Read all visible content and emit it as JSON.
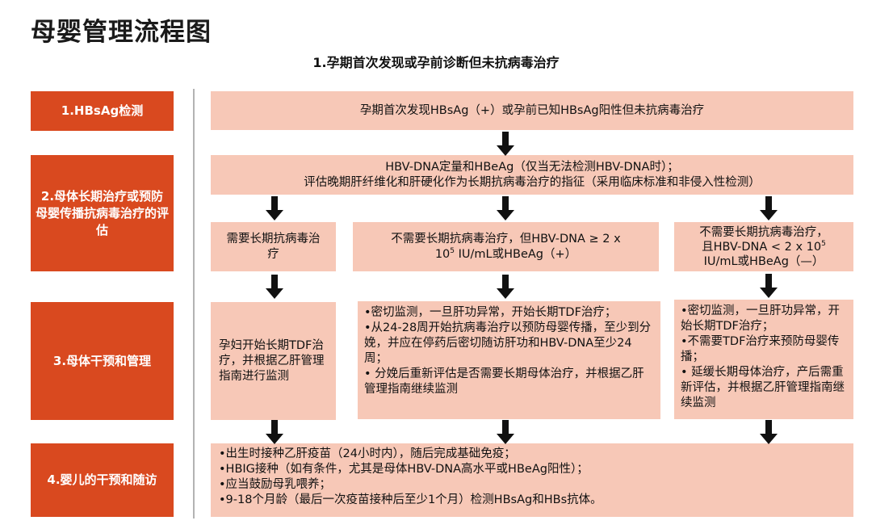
{
  "title": "母婴管理流程图",
  "subtitle": "1.孕期首次发现或孕前诊断但未抗病毒治疗",
  "steps": [
    {
      "label": "1.HBsAg检测"
    },
    {
      "label": "2.母体长期治疗或预防母婴传播抗病毒治疗的评估"
    },
    {
      "label": "3.母体干预和管理"
    },
    {
      "label": "4.婴儿的干预和随访"
    }
  ],
  "boxes": {
    "detect": "孕期首次发现HBsAg（+）或孕前已知HBsAg阳性但未抗病毒治疗",
    "assess_line1": "HBV-DNA定量和HBeAg（仅当无法检测HBV-DNA时）；",
    "assess_line2": "评估晚期肝纤维化和肝硬化作为长期抗病毒治疗的指征（采用临床标准和非侵入性检测）",
    "needs_long_term": "需要长期抗病毒治疗",
    "mid_line1": "不需要长期抗病毒治疗，但HBV-DNA ≥ 2 x",
    "mid_line2_pre": "10",
    "mid_line2_sup": "5",
    "mid_line2_post": " IU/mL或HBeAg（+）",
    "right_line1": "不需要长期抗病毒治疗，",
    "right_line2_pre": "且HBV-DNA < 2 x 10",
    "right_line2_sup": "5",
    "right_line3": "IU/mL或HBeAg（—）",
    "left_intervention": "孕妇开始长期TDF治疗，并根据乙肝管理指南进行监测",
    "mid_intervention": [
      "•密切监测，一旦肝功异常，开始长期TDF治疗；",
      "•从24-28周开始抗病毒治疗以预防母婴传播，至少到分娩，并应在停药后密切随访肝功和HBV-DNA至少24周；",
      "• 分娩后重新评估是否需要长期母体治疗，并根据乙肝管理指南继续监测"
    ],
    "right_intervention": [
      "•密切监测，一旦肝功异常，开始长期TDF治疗；",
      "•不需要TDF治疗来预防母婴传播；",
      "• 延缓长期母体治疗，产后需重新评估，并根据乙肝管理指南继续监测"
    ],
    "infant": [
      "•出生时接种乙肝疫苗（24小时内），随后完成基础免疫；",
      "•HBIG接种（如有条件，尤其是母体HBV-DNA高水平或HBeAg阳性）；",
      "•应当鼓励母乳喂养；",
      "•9-18个月龄（最后一次疫苗接种后至少1个月）检测HBsAg和HBs抗体。"
    ]
  },
  "colors": {
    "side_fill": "#d9491f",
    "box_fill": "#f7c8b7",
    "arrow": "#111111",
    "divider": "#b3b3b3"
  }
}
